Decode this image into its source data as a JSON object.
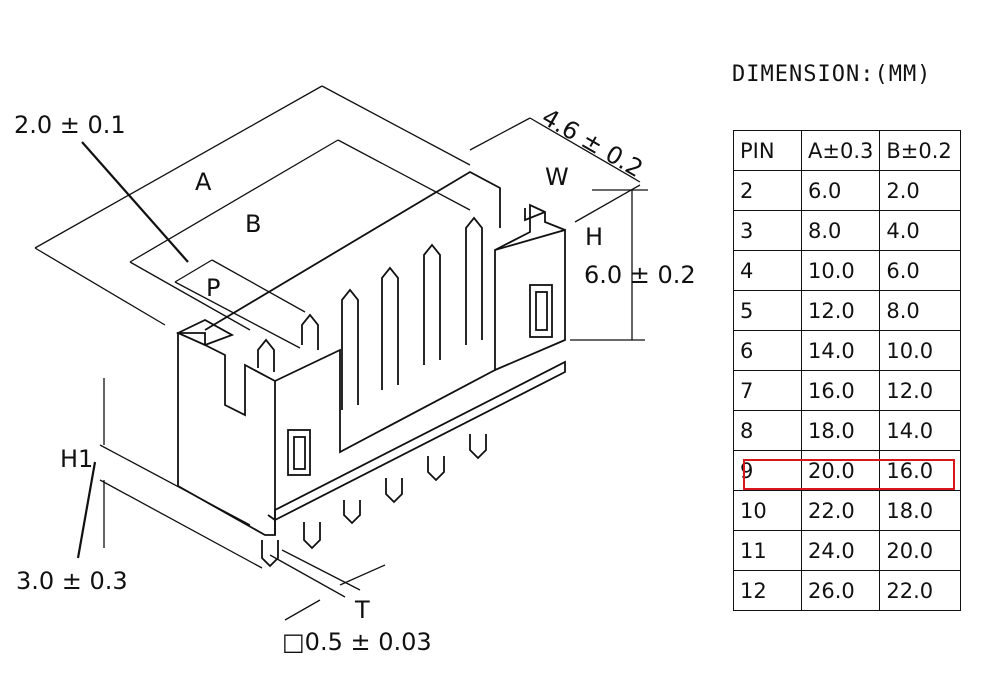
{
  "drawing": {
    "labels": {
      "a": "A",
      "b": "B",
      "p": "P",
      "w": "W",
      "h": "H",
      "h1": "H1",
      "t": "T"
    },
    "dimensions": {
      "pitch": "2.0 ± 0.1",
      "width": "4.6 ± 0.2",
      "height": "6.0 ± 0.2",
      "pin_length": "3.0 ± 0.3",
      "pin_size": "□0.5 ± 0.03"
    }
  },
  "table": {
    "title": "DIMENSION:(MM)",
    "headers": [
      "PIN",
      "A±0.3",
      "B±0.2"
    ],
    "rows": [
      [
        "2",
        "6.0",
        "2.0"
      ],
      [
        "3",
        "8.0",
        "4.0"
      ],
      [
        "4",
        "10.0",
        "6.0"
      ],
      [
        "5",
        "12.0",
        "8.0"
      ],
      [
        "6",
        "14.0",
        "10.0"
      ],
      [
        "7",
        "16.0",
        "12.0"
      ],
      [
        "8",
        "18.0",
        "14.0"
      ],
      [
        "9",
        "20.0",
        "16.0"
      ],
      [
        "10",
        "22.0",
        "18.0"
      ],
      [
        "11",
        "24.0",
        "20.0"
      ],
      [
        "12",
        "26.0",
        "22.0"
      ]
    ],
    "highlighted_row": 7,
    "highlight_color": "#d9161b"
  }
}
